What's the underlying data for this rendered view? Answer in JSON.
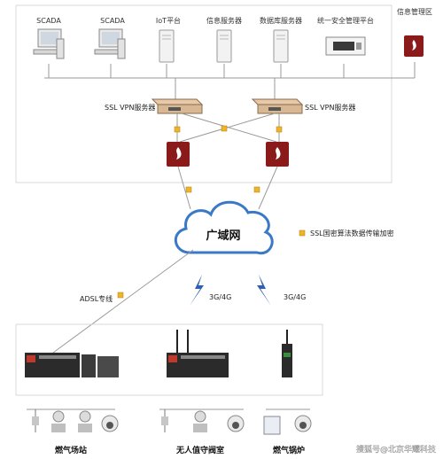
{
  "top_nodes": [
    {
      "label": "SCADA",
      "icon": "desktop-computer-icon"
    },
    {
      "label": "SCADA",
      "icon": "desktop-computer-icon"
    },
    {
      "label": "IoT平台",
      "icon": "server-tower-icon"
    },
    {
      "label": "信息服务器",
      "icon": "server-tower-icon"
    },
    {
      "label": "数据库服务器",
      "icon": "server-tower-icon"
    },
    {
      "label": "统一安全管理平台",
      "icon": "management-appliance-icon"
    }
  ],
  "info_zone_label": "信息管理区",
  "vpn_left_label": "SSL VPN服务器",
  "vpn_right_label": "SSL VPN服务器",
  "cloud_label": "广域网",
  "encryption_legend": "SSL国密算法数据传输加密",
  "links": {
    "adsl": "ADSL专线",
    "cellular_1": "3G/4G",
    "cellular_2": "3G/4G"
  },
  "sites": [
    {
      "label": "燃气场站"
    },
    {
      "label": "无人值守阀室"
    },
    {
      "label": "燃气锅炉"
    }
  ],
  "watermark": "搜狐号@北京华耀科技",
  "colors": {
    "firewall": "#8b1a1a",
    "cloud_stroke": "#3a78c8",
    "lightning": "#2f5fb0",
    "key_badge": "#f0b429",
    "line": "#9a9a9a"
  }
}
